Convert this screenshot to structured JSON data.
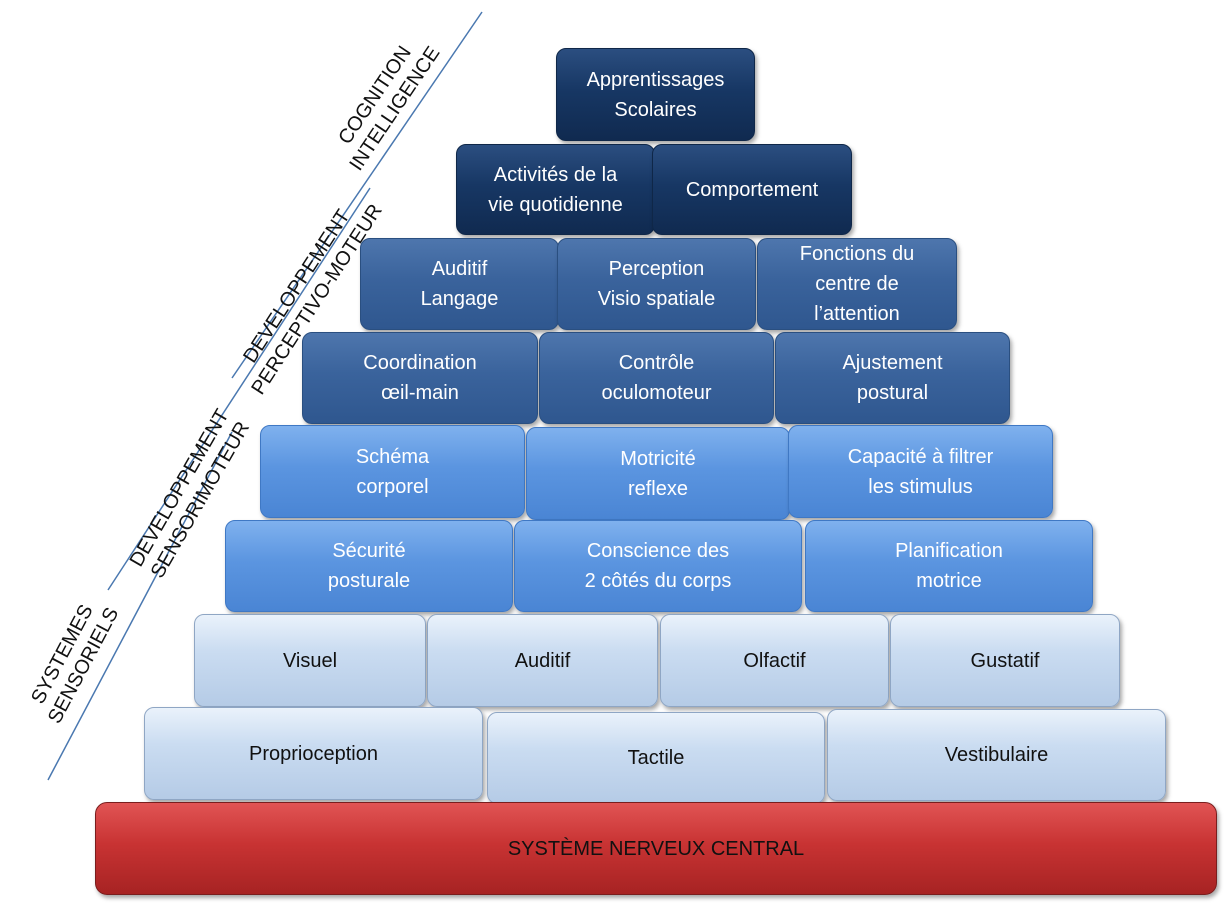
{
  "pyramid": {
    "rows": [
      {
        "tier": "t1",
        "blocks": [
          {
            "text": "Apprentissages\nScolaires"
          }
        ]
      },
      {
        "tier": "t1",
        "blocks": [
          {
            "text": "Activités de la\nvie quotidienne"
          },
          {
            "text": "Comportement"
          }
        ]
      },
      {
        "tier": "t2",
        "blocks": [
          {
            "text": "Auditif\nLangage"
          },
          {
            "text": "Perception\nVisio spatiale"
          },
          {
            "text": "Fonctions du\ncentre de\nl’attention"
          }
        ]
      },
      {
        "tier": "t2",
        "blocks": [
          {
            "text": "Coordination\nœil-main"
          },
          {
            "text": "Contrôle\noculomoteur"
          },
          {
            "text": "Ajustement\npostural"
          }
        ]
      },
      {
        "tier": "t3",
        "blocks": [
          {
            "text": "Schéma\ncorporel"
          },
          {
            "text": "Motricité\nreflexe"
          },
          {
            "text": "Capacité à filtrer\nles stimulus"
          }
        ]
      },
      {
        "tier": "t3",
        "blocks": [
          {
            "text": "Sécurité\nposturale"
          },
          {
            "text": "Conscience des\n2 côtés du corps"
          },
          {
            "text": "Planification\nmotrice"
          }
        ]
      },
      {
        "tier": "t4",
        "blocks": [
          {
            "text": "Visuel"
          },
          {
            "text": "Auditif"
          },
          {
            "text": "Olfactif"
          },
          {
            "text": "Gustatif"
          }
        ]
      },
      {
        "tier": "t4",
        "blocks": [
          {
            "text": "Proprioception"
          },
          {
            "text": "Tactile"
          },
          {
            "text": "Vestibulaire"
          }
        ]
      }
    ],
    "base": {
      "text": "SYSTÈME NERVEUX CENTRAL"
    }
  },
  "side_labels": [
    {
      "text": "COGNITION\nINTELLIGENCE"
    },
    {
      "text": "DEVELOPPEMENT\nPERCEPTIVO-MOTEUR"
    },
    {
      "text": "DEVELOPPEMENT\nSENSORIMOTEUR"
    },
    {
      "text": "SYSTEMES\nSENSORIELS"
    }
  ],
  "colors": {
    "tier1": "#173764",
    "tier2": "#3a639c",
    "tier3": "#5b95e0",
    "tier4": "#cadcf1",
    "base": "#c83333",
    "divider_line": "#4a78b0"
  }
}
